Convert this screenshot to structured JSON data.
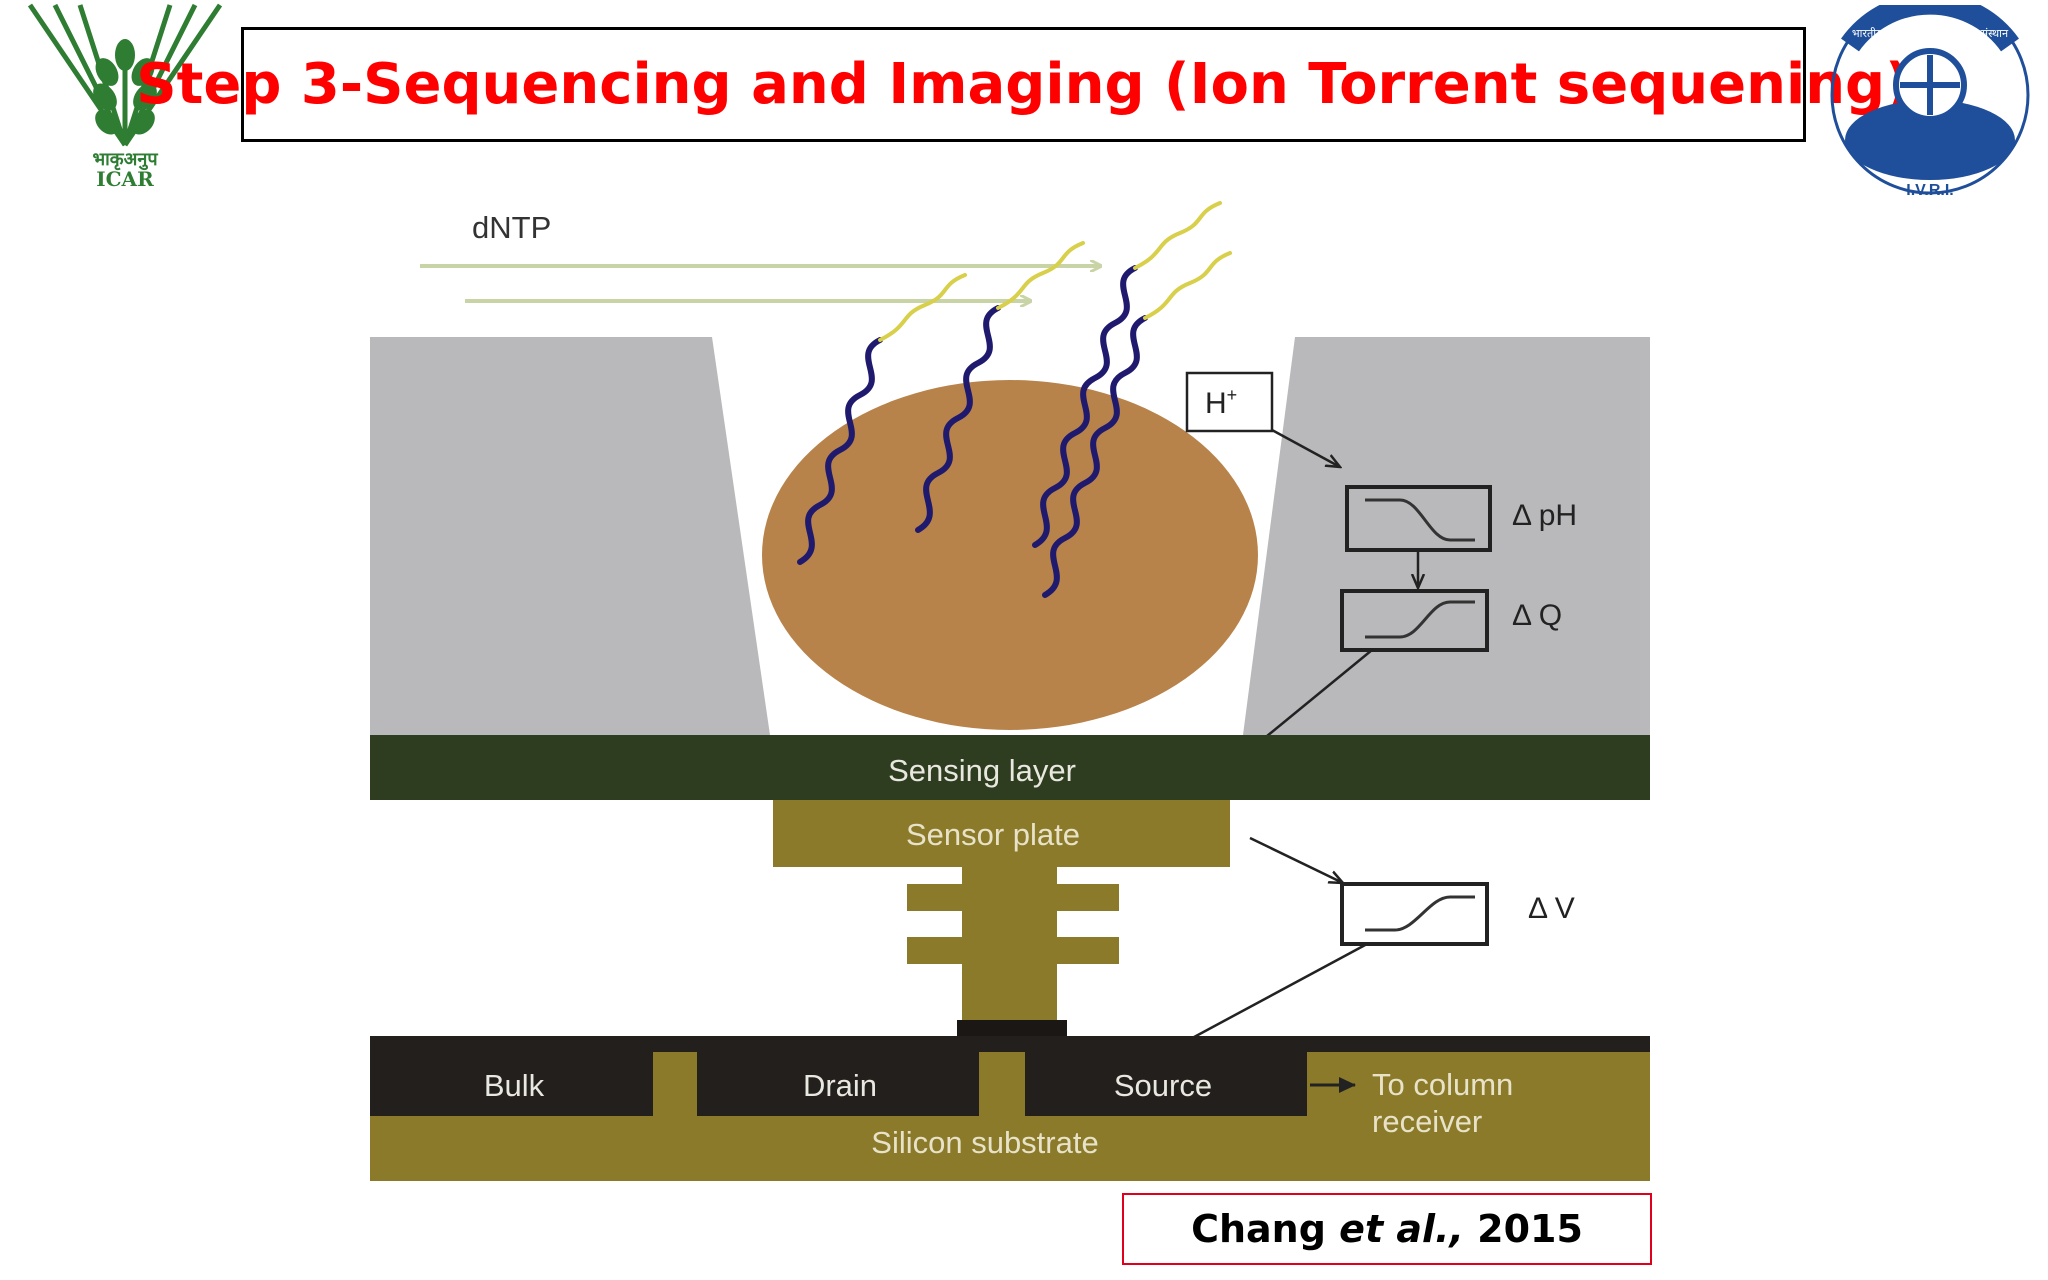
{
  "title": "Step 3-Sequencing and Imaging (Ion Torrent sequening)",
  "logos": {
    "left": {
      "text_line1": "भाकृअनुप",
      "text_line2": "ICAR"
    },
    "right": {
      "text_bottom": "I.V.R.I.",
      "text_arc": "भारतीय पशु चिकित्सा अनुसंधान संस्थान"
    }
  },
  "diagram": {
    "dntp_label": "dNTP",
    "proton_label": "H",
    "proton_sup": "+",
    "delta_ph": "Δ pH",
    "delta_q": "Δ Q",
    "delta_v": "Δ V",
    "sensing_layer": "Sensing layer",
    "sensor_plate": "Sensor plate",
    "bulk": "Bulk",
    "drain": "Drain",
    "source": "Source",
    "to_column_line1": "To column",
    "to_column_line2": "receiver",
    "silicon_substrate": "Silicon substrate",
    "colors": {
      "well_wall": "#b9b9bb",
      "bead": "#b8834a",
      "sensing_layer": "#2e3d1f",
      "olive": "#8a7a2a",
      "dark": "#231f1c",
      "arrow_green": "#c9d4a6",
      "dna_strand": "#1f1a6e",
      "dna_tip": "#d8cf4a"
    }
  },
  "citation": {
    "author": "Chang",
    "etal": "et al.,",
    "year": "2015"
  }
}
